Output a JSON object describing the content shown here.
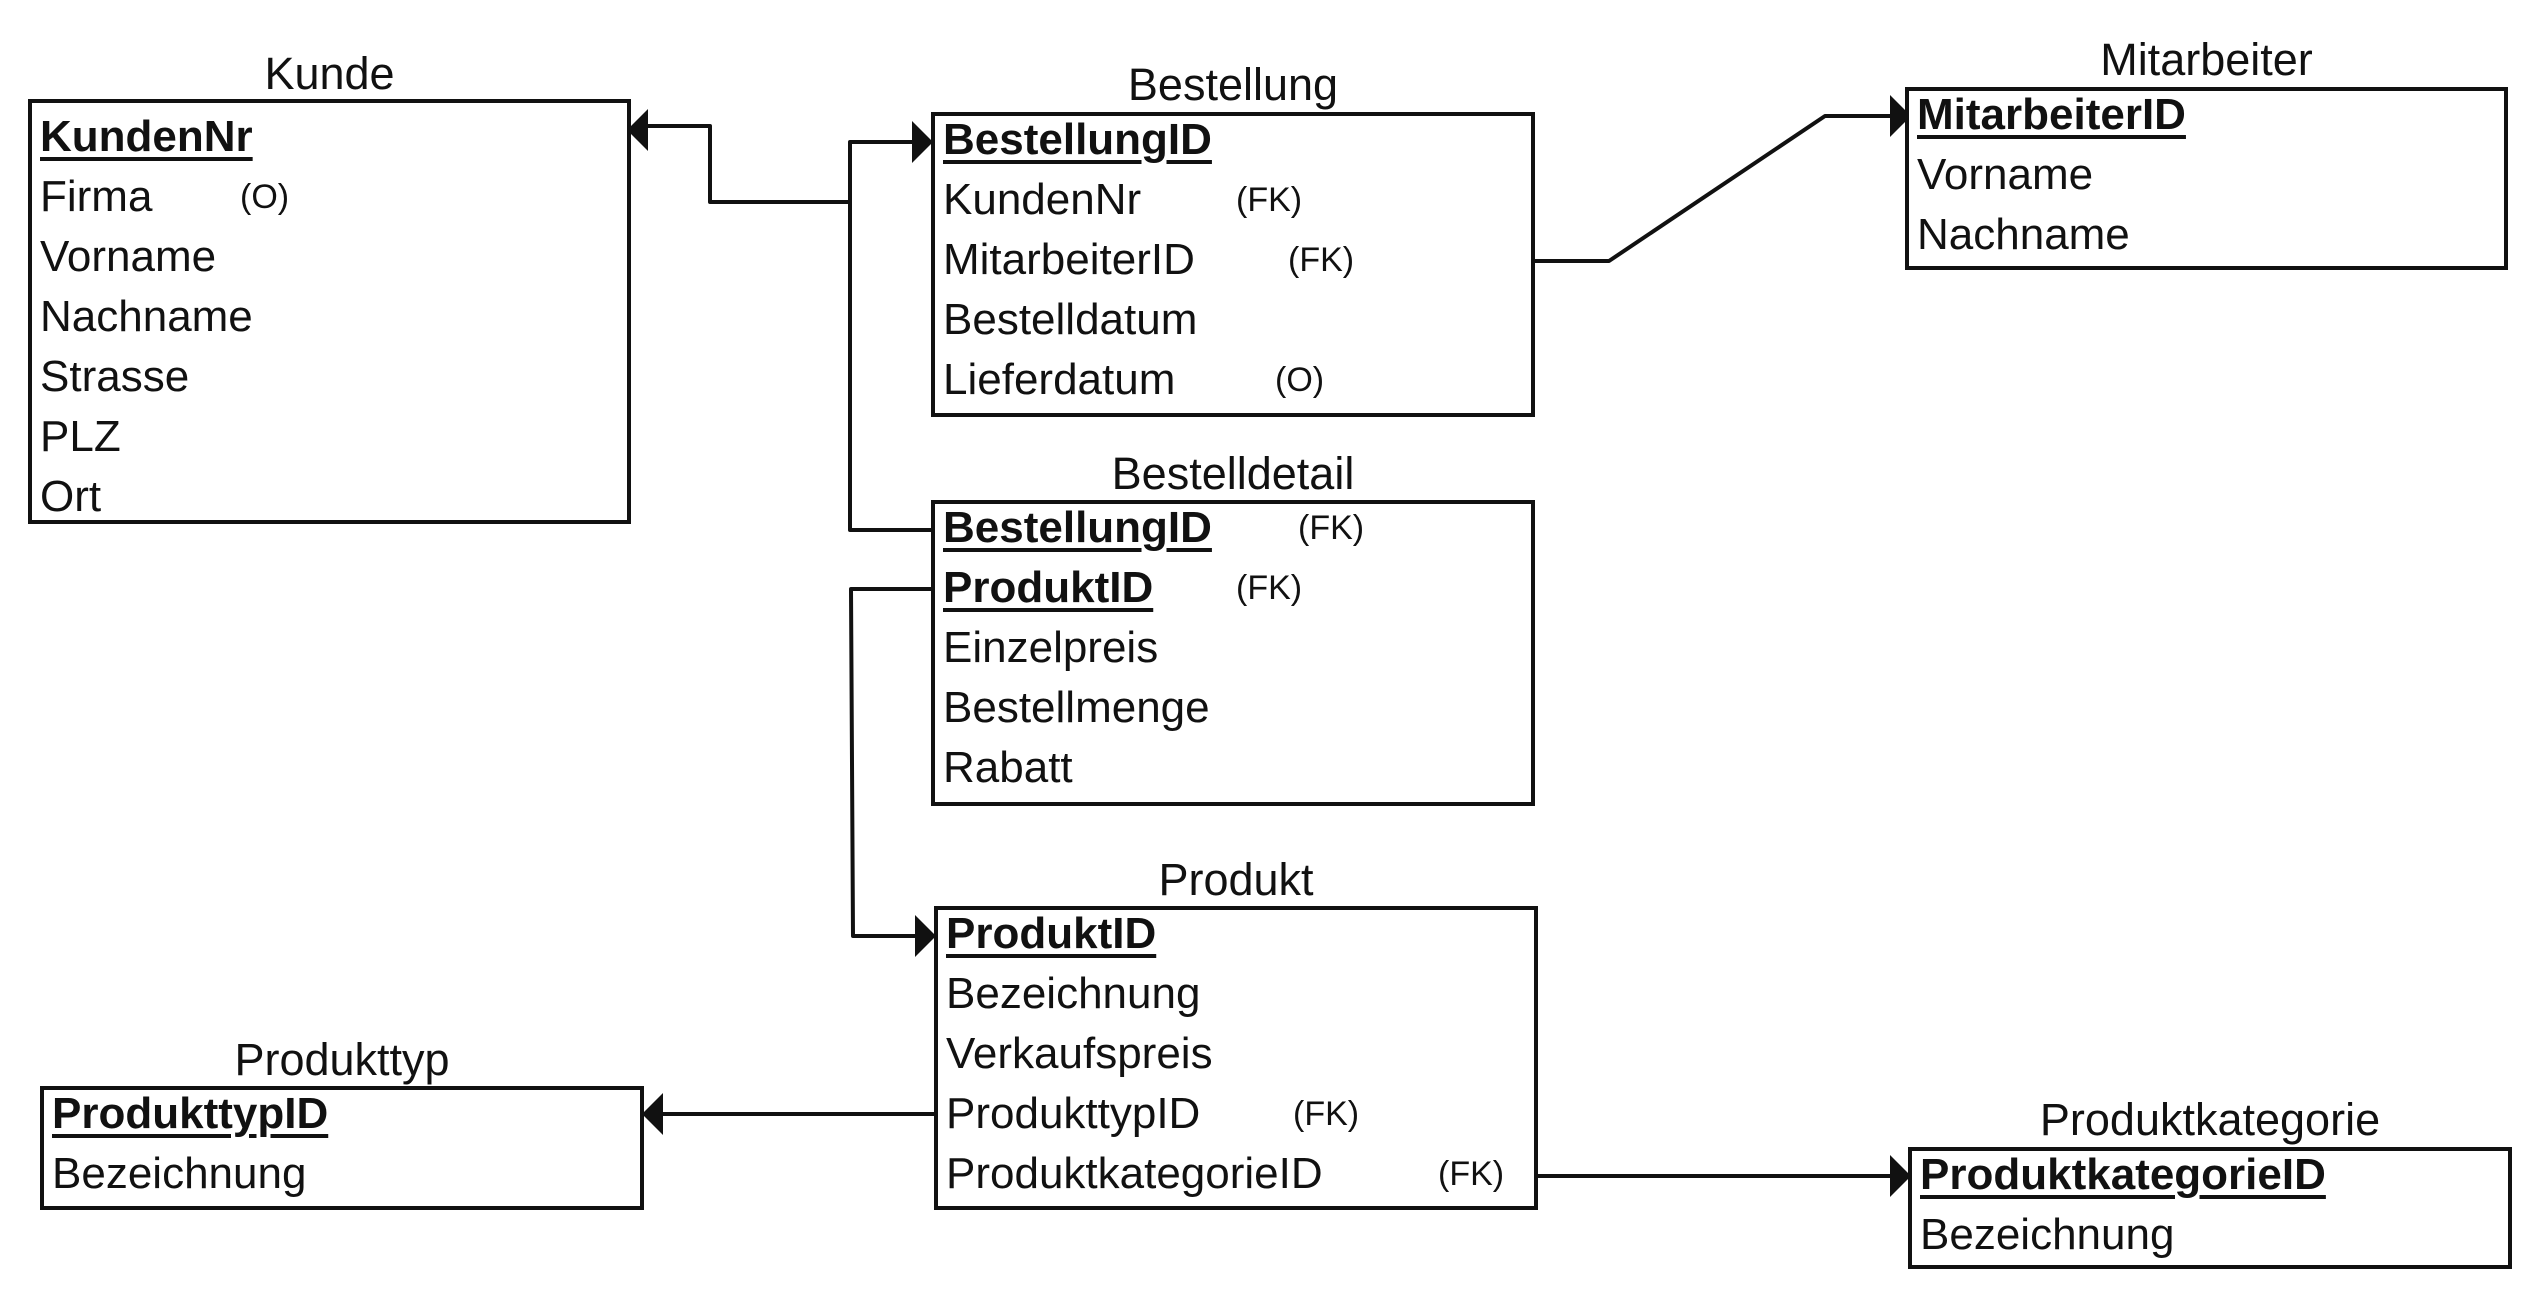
{
  "entities": {
    "kunde": {
      "title": "Kunde",
      "attributes": [
        {
          "name": "KundenNr",
          "pk": true,
          "tag": ""
        },
        {
          "name": "Firma",
          "pk": false,
          "tag": "(O)"
        },
        {
          "name": "Vorname",
          "pk": false,
          "tag": ""
        },
        {
          "name": "Nachname",
          "pk": false,
          "tag": ""
        },
        {
          "name": "Strasse",
          "pk": false,
          "tag": ""
        },
        {
          "name": "PLZ",
          "pk": false,
          "tag": ""
        },
        {
          "name": "Ort",
          "pk": false,
          "tag": ""
        }
      ]
    },
    "bestellung": {
      "title": "Bestellung",
      "attributes": [
        {
          "name": "BestellungID",
          "pk": true,
          "tag": ""
        },
        {
          "name": "KundenNr",
          "pk": false,
          "tag": "(FK)"
        },
        {
          "name": "MitarbeiterID",
          "pk": false,
          "tag": "(FK)"
        },
        {
          "name": "Bestelldatum",
          "pk": false,
          "tag": ""
        },
        {
          "name": "Lieferdatum",
          "pk": false,
          "tag": "(O)"
        }
      ]
    },
    "mitarbeiter": {
      "title": "Mitarbeiter",
      "attributes": [
        {
          "name": "MitarbeiterID",
          "pk": true,
          "tag": ""
        },
        {
          "name": "Vorname",
          "pk": false,
          "tag": ""
        },
        {
          "name": "Nachname",
          "pk": false,
          "tag": ""
        }
      ]
    },
    "bestelldetail": {
      "title": "Bestelldetail",
      "attributes": [
        {
          "name": "BestellungID",
          "pk": true,
          "tag": "(FK)"
        },
        {
          "name": "ProduktID",
          "pk": true,
          "tag": "(FK)"
        },
        {
          "name": "Einzelpreis",
          "pk": false,
          "tag": ""
        },
        {
          "name": "Bestellmenge",
          "pk": false,
          "tag": ""
        },
        {
          "name": "Rabatt",
          "pk": false,
          "tag": ""
        }
      ]
    },
    "produkt": {
      "title": "Produkt",
      "attributes": [
        {
          "name": "ProduktID",
          "pk": true,
          "tag": ""
        },
        {
          "name": "Bezeichnung",
          "pk": false,
          "tag": ""
        },
        {
          "name": "Verkaufspreis",
          "pk": false,
          "tag": ""
        },
        {
          "name": "ProdukttypID",
          "pk": false,
          "tag": "(FK)"
        },
        {
          "name": "ProduktkategorieID",
          "pk": false,
          "tag": "(FK)"
        }
      ]
    },
    "produkttyp": {
      "title": "Produkttyp",
      "attributes": [
        {
          "name": "ProdukttypID",
          "pk": true,
          "tag": ""
        },
        {
          "name": "Bezeichnung",
          "pk": false,
          "tag": ""
        }
      ]
    },
    "produktkategorie": {
      "title": "Produktkategorie",
      "attributes": [
        {
          "name": "ProduktkategorieID",
          "pk": true,
          "tag": ""
        },
        {
          "name": "Bezeichnung",
          "pk": false,
          "tag": ""
        }
      ]
    }
  },
  "relationships": [
    {
      "from": "bestellung.KundenNr",
      "to": "kunde.KundenNr"
    },
    {
      "from": "bestellung.MitarbeiterID",
      "to": "mitarbeiter.MitarbeiterID"
    },
    {
      "from": "bestelldetail.BestellungID",
      "to": "bestellung.BestellungID"
    },
    {
      "from": "bestelldetail.ProduktID",
      "to": "produkt.ProduktID"
    },
    {
      "from": "produkt.ProdukttypID",
      "to": "produkttyp.ProdukttypID"
    },
    {
      "from": "produkt.ProduktkategorieID",
      "to": "produktkategorie.ProduktkategorieID"
    }
  ]
}
